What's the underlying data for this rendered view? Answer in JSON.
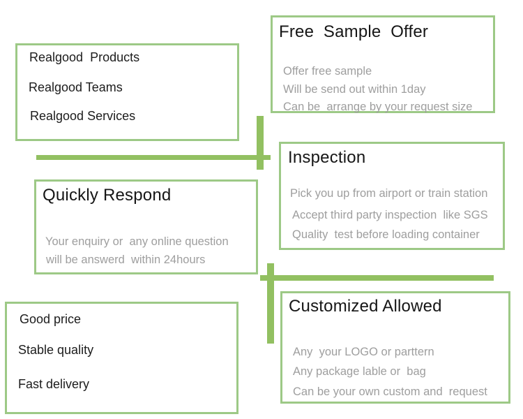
{
  "colors": {
    "background": "#ffffff",
    "box_border_green": "#9dc986",
    "connector_green": "#92c061",
    "title_text": "#161616",
    "body_gray_text": "#9e9e9e"
  },
  "boxes": {
    "company": {
      "items": [
        "Realgood  Products",
        "Realgood Teams",
        "Realgood Services"
      ]
    },
    "free_sample": {
      "title": "Free  Sample  Offer",
      "lines": [
        "Offer free sample",
        "Will be send out within 1day",
        "Can be  arrange by your request size"
      ]
    },
    "inspection": {
      "title": "Inspection",
      "lines": [
        "Pick you up from airport or train station",
        "Accept third party inspection  like SGS",
        "Quality  test before loading container"
      ]
    },
    "quick_respond": {
      "title": "Quickly Respond",
      "lines": [
        "Your enquiry or  any online question",
        "will be answerd  within 24hours"
      ]
    },
    "advantages": {
      "items": [
        "Good price",
        "Stable quality",
        "Fast delivery"
      ]
    },
    "customized": {
      "title": "Customized Allowed",
      "lines": [
        "Any  your LOGO or parttern",
        "Any package lable or  bag",
        "Can be your own custom and  request"
      ]
    }
  }
}
